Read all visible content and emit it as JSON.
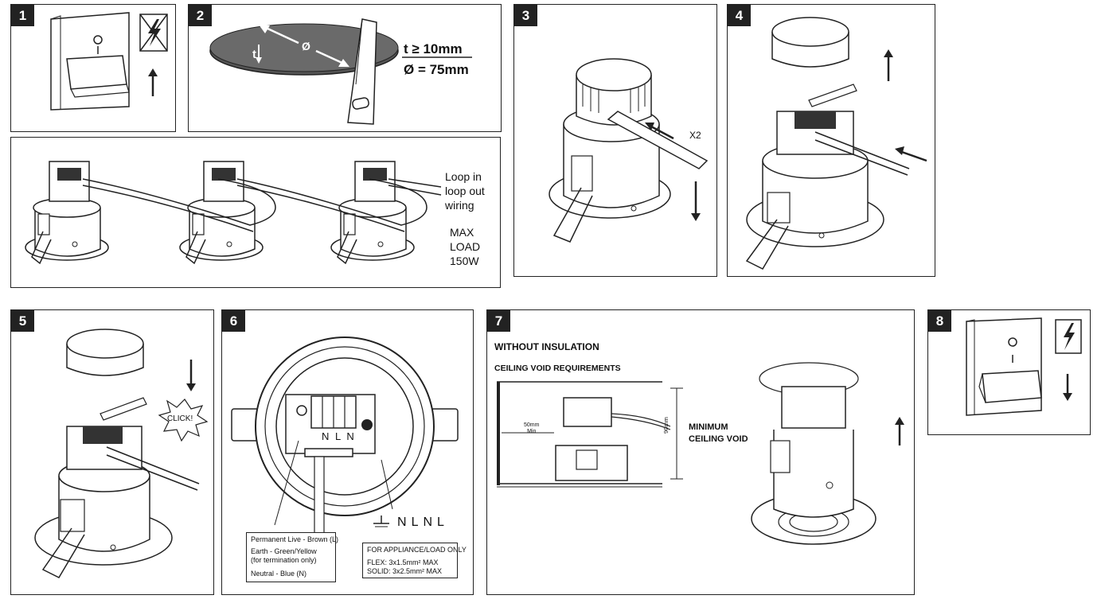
{
  "steps": [
    {
      "number": "1"
    },
    {
      "number": "2",
      "thickness": "t ≥ 10mm",
      "diameter": "Ø = 75mm",
      "t_mark": "t",
      "phi_mark": "Ø"
    },
    {
      "number": "3",
      "repeat": "X2"
    },
    {
      "number": "4"
    },
    {
      "number": "5",
      "click": "CLICK!"
    },
    {
      "number": "6",
      "terminal_labels": [
        "N",
        "L",
        "N",
        "L"
      ],
      "cable_colours": [
        "Permanent Live - Brown (L)",
        "Earth - Green/Yellow",
        "(for termination only)",
        "Neutral - Blue (N)"
      ],
      "appliance": [
        "FOR APPLIANCE/LOAD ONLY",
        "FLEX: 3x1.5mm² MAX",
        "SOLID: 3x2.5mm² MAX"
      ]
    },
    {
      "number": "7",
      "heading": "WITHOUT INSULATION",
      "subheading": "CEILING VOID REQUIREMENTS",
      "side_gap": "50mm",
      "side_gap_2": "Min",
      "depth": "90mm",
      "min_void_1": "MINIMUM",
      "min_void_2": "CEILING VOID"
    },
    {
      "number": "8"
    }
  ],
  "loop": {
    "line1": "Loop in",
    "line2": "loop out",
    "line3": "wiring",
    "load1": "MAX",
    "load2": "LOAD",
    "load3": "150W"
  },
  "switch": {
    "off_symbol": "O",
    "on_symbol": "I"
  }
}
